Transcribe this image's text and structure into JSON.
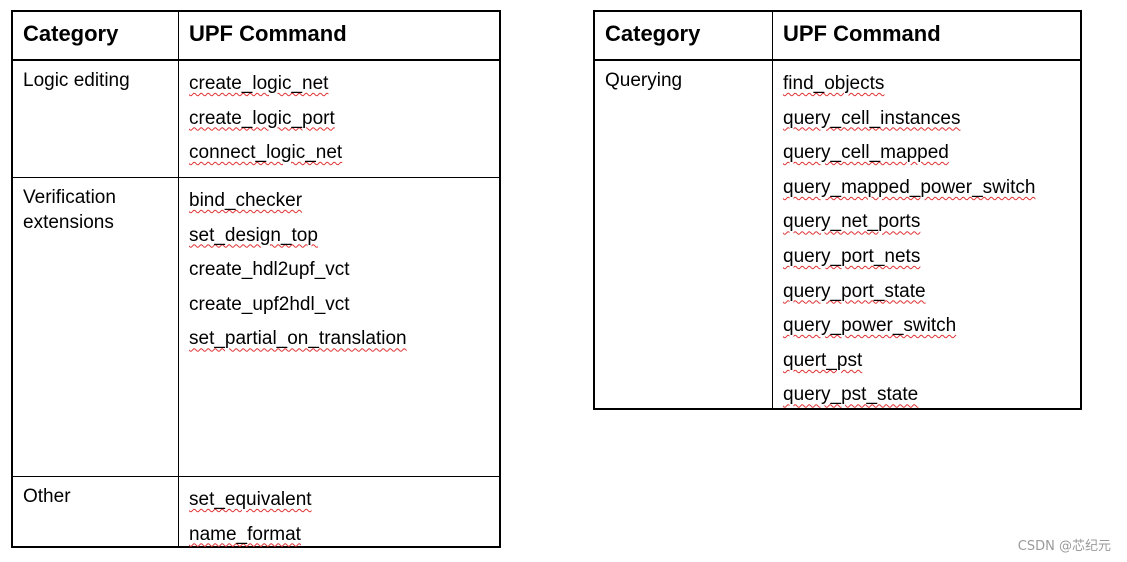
{
  "tables": [
    {
      "headers": {
        "category": "Category",
        "command": "UPF Command"
      },
      "rows": [
        {
          "category": "Logic editing",
          "commands": [
            "create_logic_net",
            "create_logic_port",
            "connect_logic_net"
          ]
        },
        {
          "category": "Verification\nextensions",
          "commands": [
            "bind_checker",
            "set_design_top",
            "create_hdl2upf_vct",
            "create_upf2hdl_vct",
            "set_partial_on_translation"
          ]
        },
        {
          "category": "Other",
          "commands": [
            "set_equivalent",
            "name_format"
          ]
        }
      ]
    },
    {
      "headers": {
        "category": "Category",
        "command": "UPF Command"
      },
      "rows": [
        {
          "category": "Querying",
          "commands": [
            "find_objects",
            "query_cell_instances",
            "query_cell_mapped",
            "query_mapped_power_switch",
            "query_net_ports",
            "query_port_nets",
            "query_port_state",
            "query_power_switch",
            "quert_pst",
            "query_pst_state"
          ]
        }
      ]
    }
  ],
  "watermark": "CSDN @芯纪元",
  "spellcheck_underline_color": "#e03030"
}
